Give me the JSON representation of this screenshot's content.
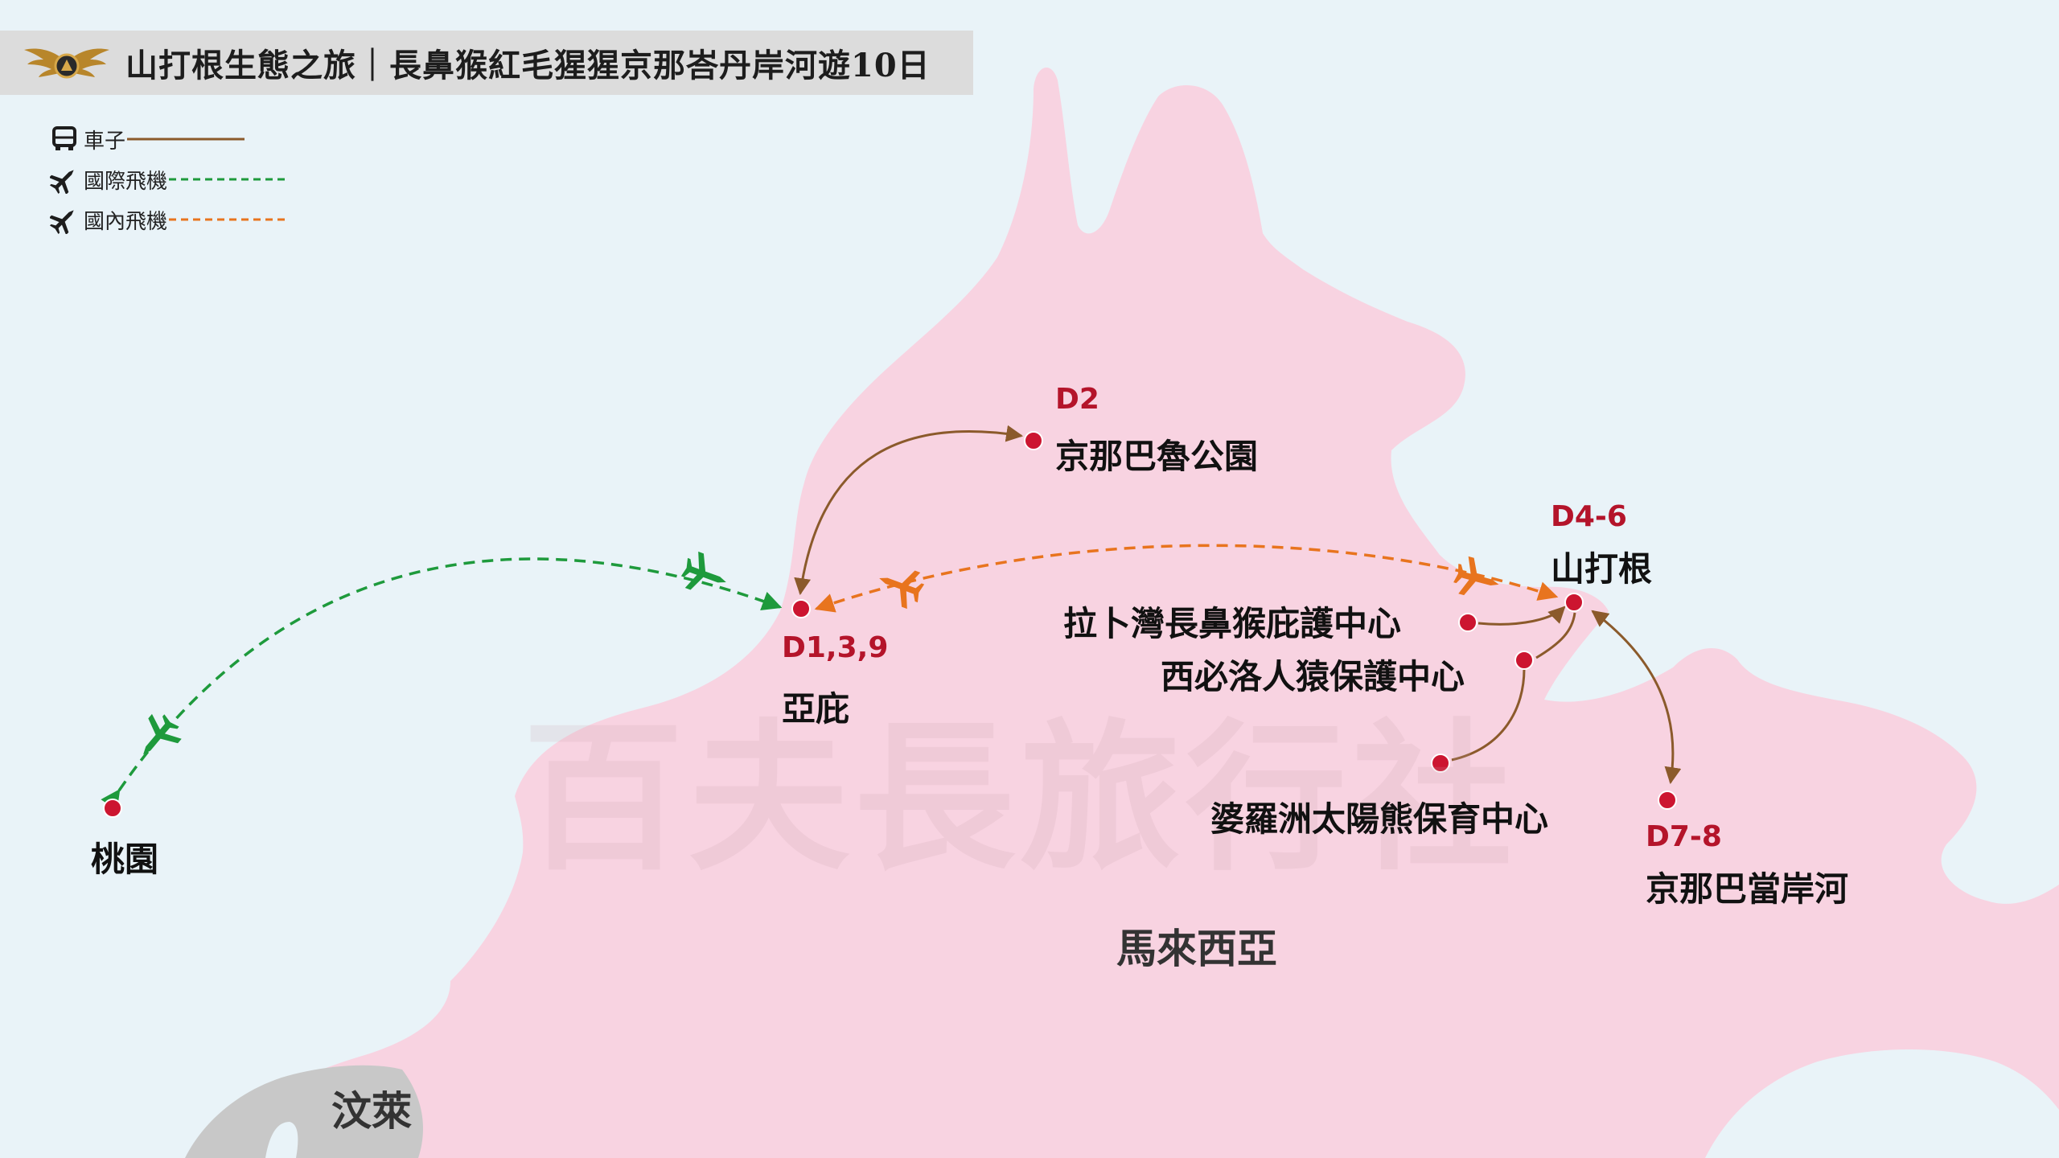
{
  "title": "山打根生態之旅｜長鼻猴紅毛猩猩京那峇丹岸河遊10日",
  "legend": {
    "car": {
      "label": "車子",
      "color": "#8b5a2b",
      "icon": "bus-icon"
    },
    "international_flight": {
      "label": "國際飛機",
      "color": "#1e9a3c",
      "icon": "plane-icon"
    },
    "domestic_flight": {
      "label": "國內飛機",
      "color": "#e8741e",
      "icon": "plane-icon"
    }
  },
  "places": {
    "taoyuan": "桃園",
    "kota_kinabalu": "亞庇",
    "kinabalu_park": "京那巴魯公園",
    "sandakan": "山打根",
    "labuk_bay": "拉卜灣長鼻猴庇護中心",
    "sepilok_orangutan": "西必洛人猿保護中心",
    "sun_bear": "婆羅洲太陽熊保育中心",
    "kinabatangan": "京那巴當岸河"
  },
  "days": {
    "kota_kinabalu": "D1,3,9",
    "kinabalu_park": "D2",
    "sandakan": "D4-6",
    "kinabatangan": "D7-8"
  },
  "regions": {
    "malaysia": "馬來西亞",
    "brunei": "汶萊"
  },
  "watermark": "百夫長旅行社",
  "colors": {
    "sea": "#e9f3f8",
    "land": "#f8d3e1",
    "brunei": "#c8c8c8",
    "marker": "#cc1530",
    "day_text": "#b4142a"
  }
}
